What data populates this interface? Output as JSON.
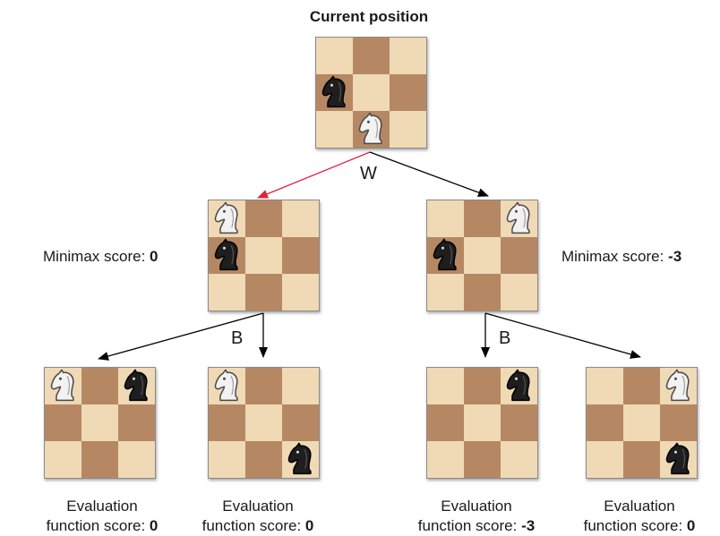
{
  "title": "Current position",
  "colors": {
    "light_square": "#f0d9b5",
    "dark_square": "#b58863",
    "chosen_arrow": "#e0223c",
    "arrow": "#000000"
  },
  "pieces": {
    "white": "white-knight",
    "black": "black-knight"
  },
  "nodes": {
    "root": {
      "pieces": [
        {
          "side": "black",
          "square": "a2"
        },
        {
          "side": "white",
          "square": "b1"
        }
      ]
    },
    "left": {
      "pieces": [
        {
          "side": "white",
          "square": "a3"
        },
        {
          "side": "black",
          "square": "a2"
        }
      ],
      "score_label": "Minimax score: ",
      "score_value": "0"
    },
    "right": {
      "pieces": [
        {
          "side": "white",
          "square": "c3"
        },
        {
          "side": "black",
          "square": "a2"
        }
      ],
      "score_label": "Minimax score: ",
      "score_value": "-3"
    },
    "leaf1": {
      "pieces": [
        {
          "side": "white",
          "square": "a3"
        },
        {
          "side": "black",
          "square": "c3"
        }
      ],
      "eval_line1": "Evaluation",
      "eval_label": "function score: ",
      "eval_value": "0"
    },
    "leaf2": {
      "pieces": [
        {
          "side": "white",
          "square": "a3"
        },
        {
          "side": "black",
          "square": "c1"
        }
      ],
      "eval_line1": "Evaluation",
      "eval_label": "function score: ",
      "eval_value": "0"
    },
    "leaf3": {
      "pieces": [
        {
          "side": "black",
          "square": "c3"
        }
      ],
      "eval_line1": "Evaluation",
      "eval_label": "function score: ",
      "eval_value": "-3"
    },
    "leaf4": {
      "pieces": [
        {
          "side": "white",
          "square": "c3"
        },
        {
          "side": "black",
          "square": "c1"
        }
      ],
      "eval_line1": "Evaluation",
      "eval_label": "function score: ",
      "eval_value": "0"
    }
  },
  "move_labels": {
    "white_to_move": "W",
    "black_to_move_left": "B",
    "black_to_move_right": "B"
  }
}
